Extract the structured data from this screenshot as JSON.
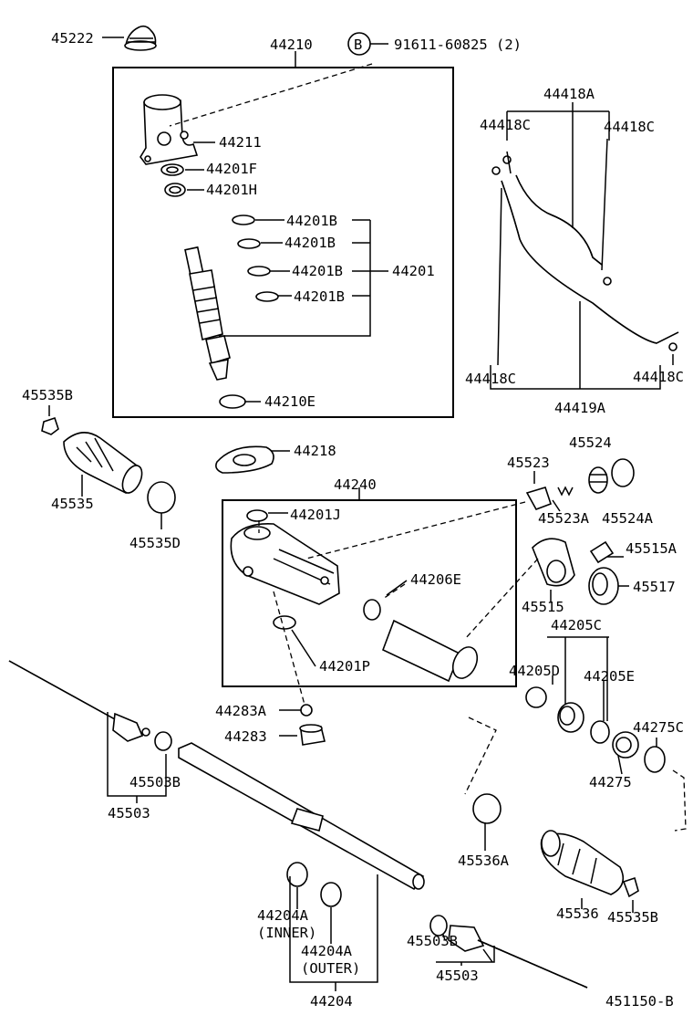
{
  "colors": {
    "ink": "#000000",
    "paper": "#ffffff"
  },
  "diagram_id": "451150-B",
  "bolt": {
    "symbol": "B",
    "label": "91611-60825 (2)"
  },
  "labels": {
    "p45222": "45222",
    "p44210": "44210",
    "p44211": "44211",
    "p44201F": "44201F",
    "p44201H": "44201H",
    "p44201B_1": "44201B",
    "p44201B_2": "44201B",
    "p44201B_3": "44201B",
    "p44201B_4": "44201B",
    "p44201": "44201",
    "p44210E": "44210E",
    "p44418A": "44418A",
    "p44418C_1": "44418C",
    "p44418C_2": "44418C",
    "p44418C_3": "44418C",
    "p44418C_4": "44418C",
    "p44419A": "44419A",
    "p45535B_1": "45535B",
    "p45535": "45535",
    "p45535D": "45535D",
    "p44218": "44218",
    "p44240": "44240",
    "p44201J": "44201J",
    "p44206E": "44206E",
    "p44201P": "44201P",
    "p45523": "45523",
    "p45523A": "45523A",
    "p45524": "45524",
    "p45524A": "45524A",
    "p45515A": "45515A",
    "p45515": "45515",
    "p45517": "45517",
    "p44205C": "44205C",
    "p44205D": "44205D",
    "p44205E": "44205E",
    "p44275C": "44275C",
    "p44275": "44275",
    "p44283A": "44283A",
    "p44283": "44283",
    "p45503B_1": "45503B",
    "p45503_1": "45503",
    "p45536A": "45536A",
    "p45536": "45536",
    "p45535B_2": "45535B",
    "p44204A_inner": "44204A",
    "p44204A_inner_note": "(INNER)",
    "p44204A_outer": "44204A",
    "p44204A_outer_note": "(OUTER)",
    "p44204": "44204",
    "p45503B_2": "45503B",
    "p45503_2": "45503"
  }
}
